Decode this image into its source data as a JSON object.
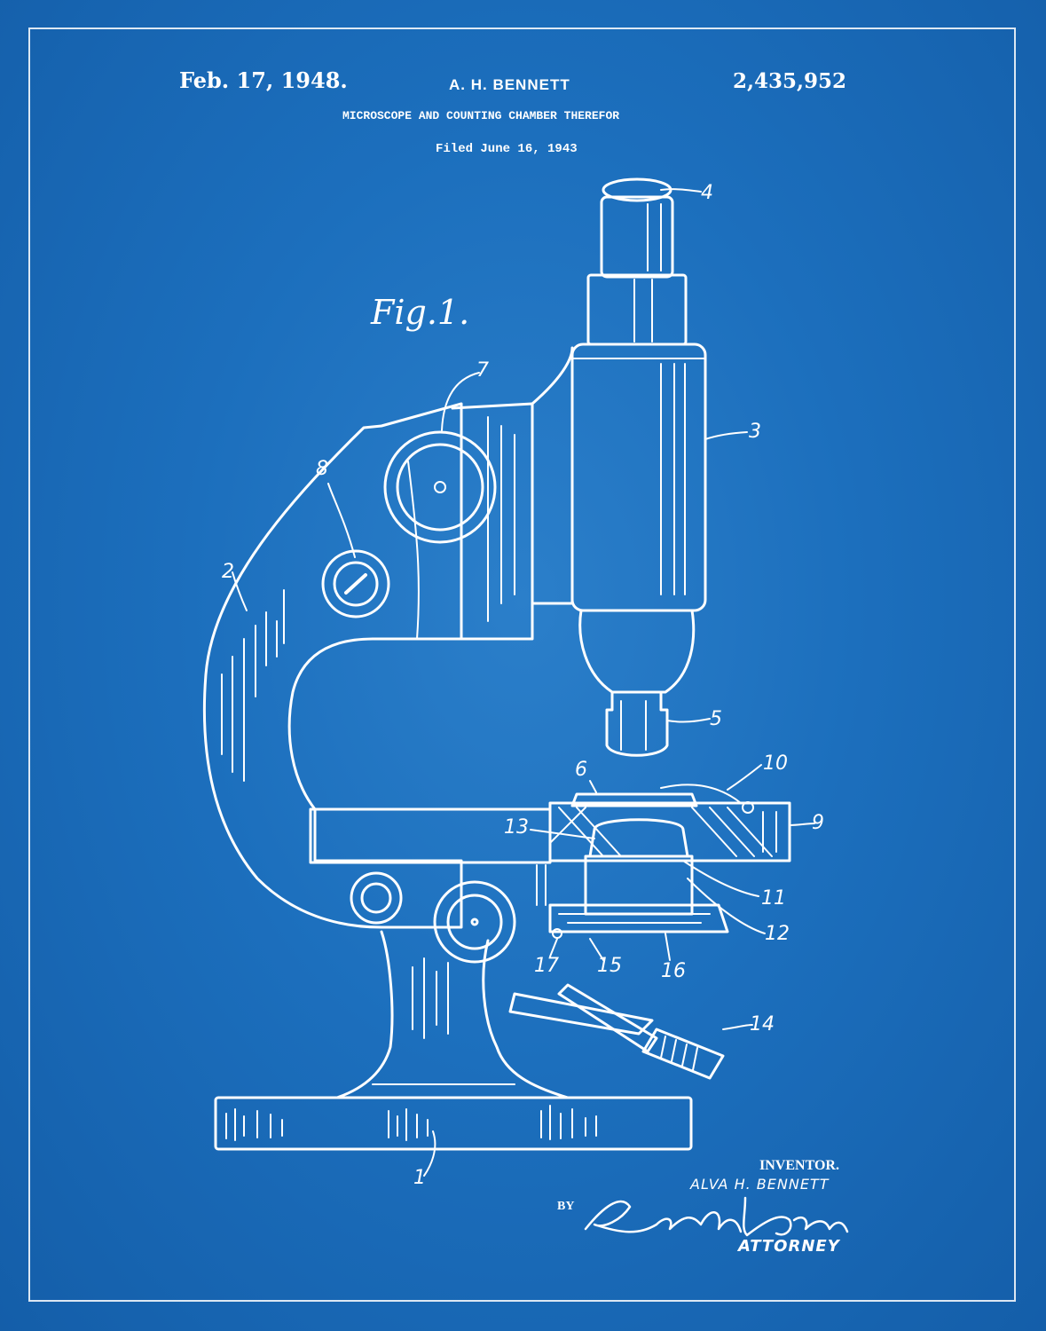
{
  "header": {
    "date": "Feb. 17, 1948.",
    "inventor": "A. H. BENNETT",
    "patent_number": "2,435,952",
    "title": "MICROSCOPE AND COUNTING CHAMBER THEREFOR",
    "filed": "Filed June 16, 1943"
  },
  "figure": {
    "label": "Fig.1."
  },
  "parts": [
    "1",
    "2",
    "3",
    "4",
    "5",
    "6",
    "7",
    "8",
    "9",
    "10",
    "11",
    "12",
    "13",
    "14",
    "15",
    "16",
    "17"
  ],
  "footer": {
    "inventor_heading": "INVENTOR.",
    "inventor_name": "ALVA H. BENNETT",
    "by": "BY",
    "signature": "Raymond A. Paquin",
    "attorney": "ATTORNEY"
  },
  "colors": {
    "background": "#1a6cbc",
    "ink": "#ffffff"
  }
}
